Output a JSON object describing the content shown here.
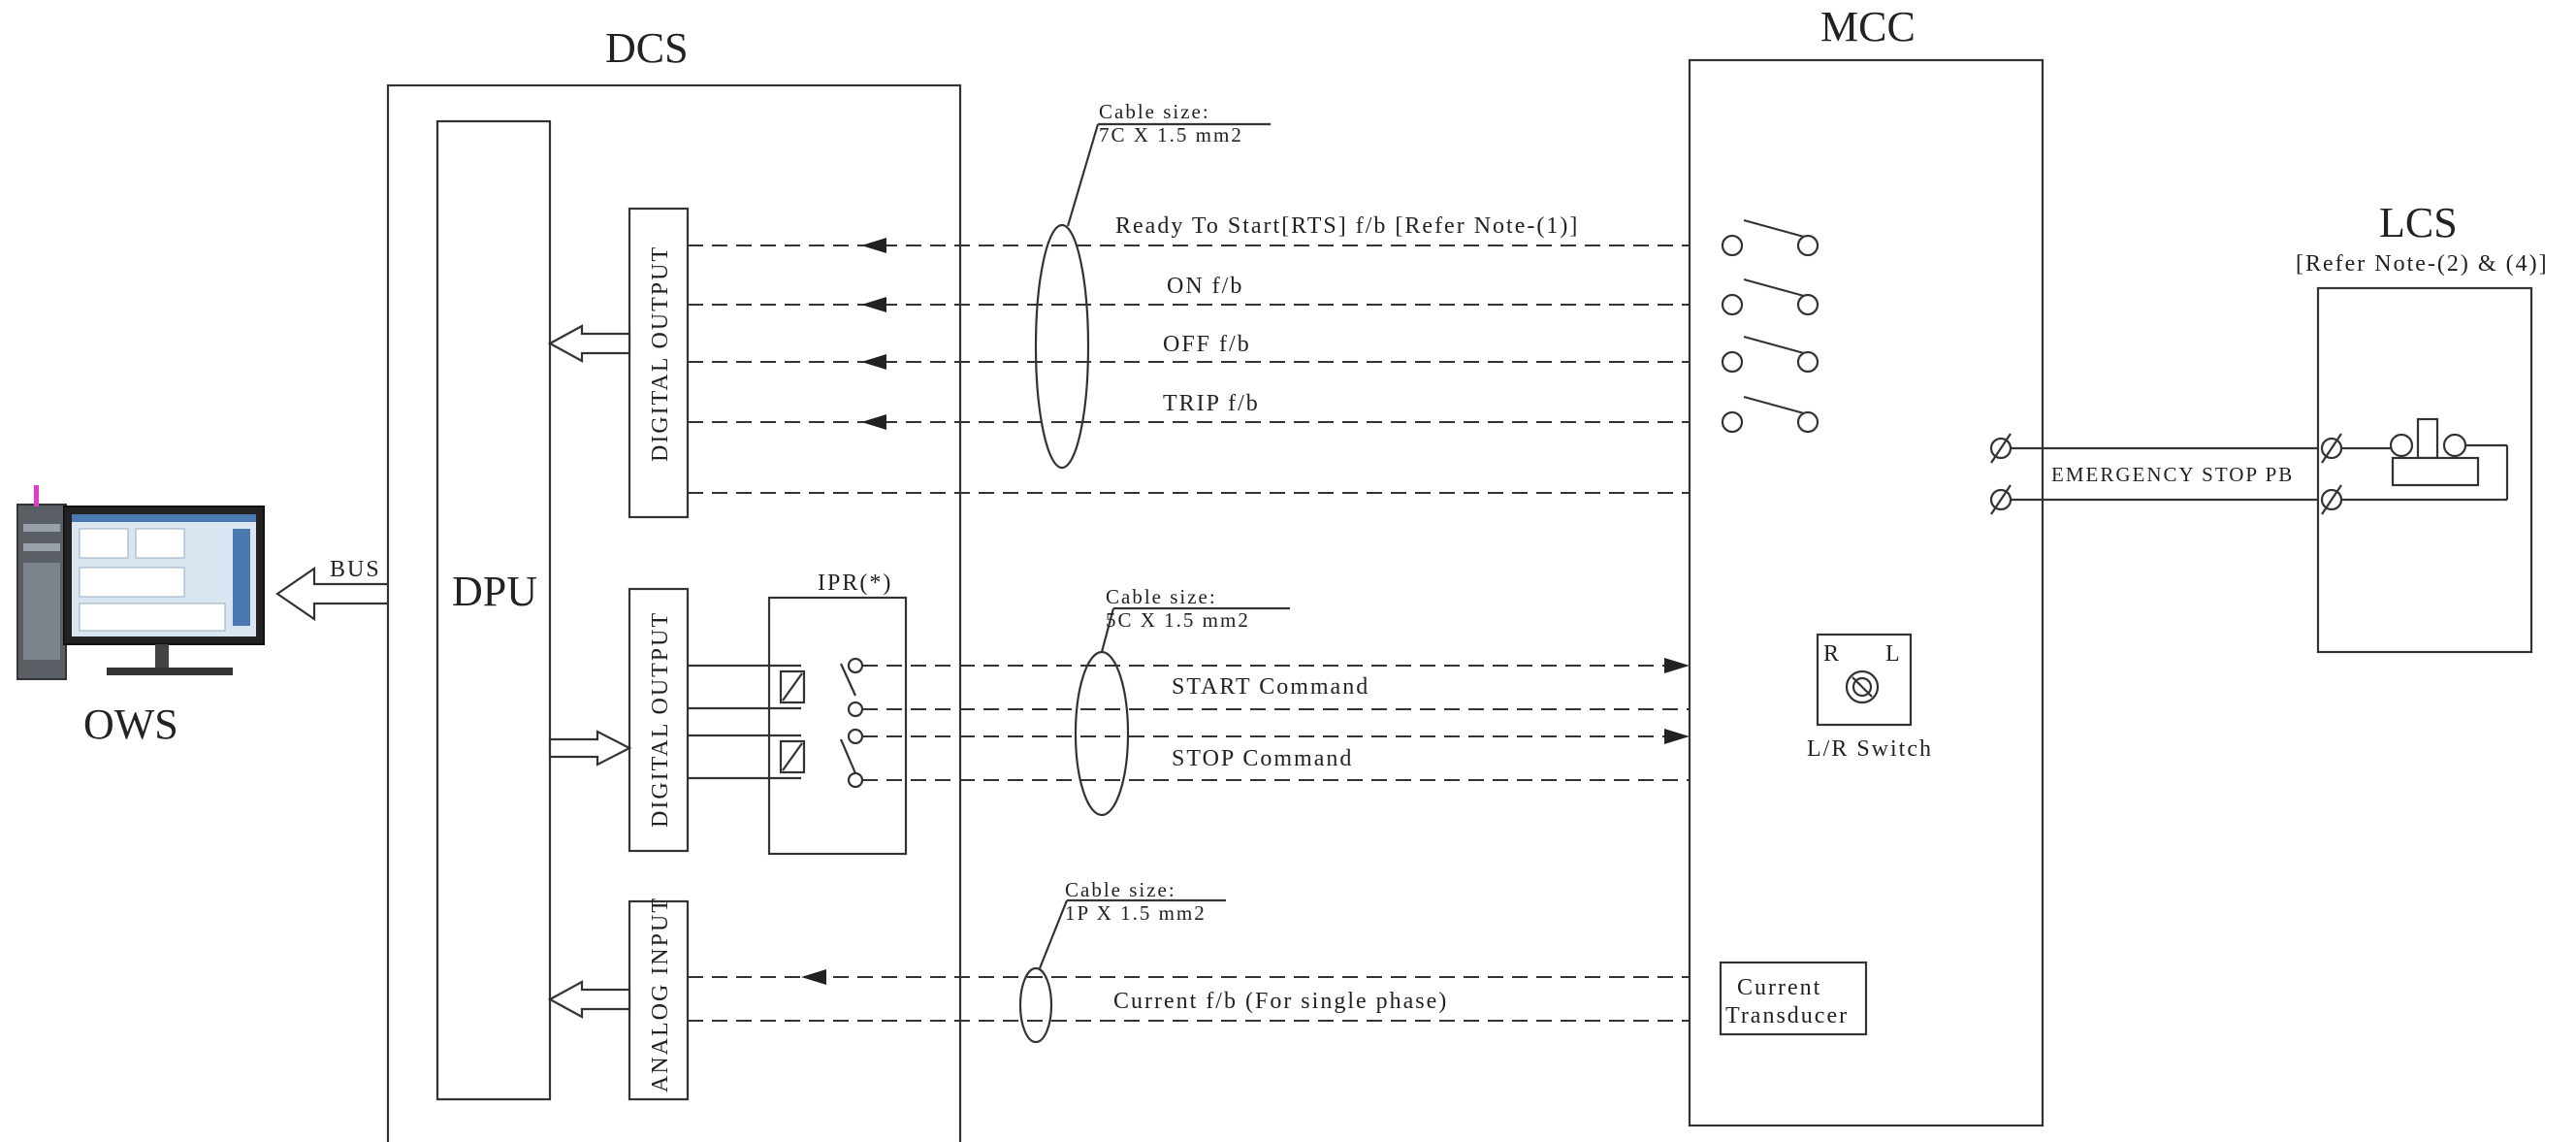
{
  "blocks": {
    "dcs": "DCS",
    "mcc": "MCC",
    "lcs": "LCS",
    "lcs_note": "[Refer Note-(2) & (4)]",
    "dpu": "DPU",
    "ows": "OWS",
    "bus": "BUS",
    "digital_output_1": "DIGITAL OUTPUT",
    "digital_output_2": "DIGITAL OUTPUT",
    "analog_input": "ANALOG INPUT",
    "ipr": "IPR(*)",
    "lr_switch": "L/R Switch",
    "lr_r": "R",
    "lr_l": "L",
    "current_transducer_1": "Current",
    "current_transducer_2": "Transducer",
    "emergency_stop": "EMERGENCY STOP PB"
  },
  "cables": {
    "cable1_title": "Cable size:",
    "cable1_size": "7C X 1.5 mm2",
    "cable2_title": "Cable size:",
    "cable2_size": "5C X 1.5 mm2",
    "cable3_title": "Cable size:",
    "cable3_size": "1P X 1.5 mm2"
  },
  "signals": {
    "rts": "Ready To Start[RTS] f/b [Refer Note-(1)]",
    "on": "ON f/b",
    "off": "OFF f/b",
    "trip": "TRIP f/b",
    "start": "START Command",
    "stop": "STOP Command",
    "current": "Current f/b (For single phase)"
  },
  "colors": {
    "line": "#333333",
    "monitor_screen": "#d9e6f2",
    "accent": "#e03cc8"
  }
}
